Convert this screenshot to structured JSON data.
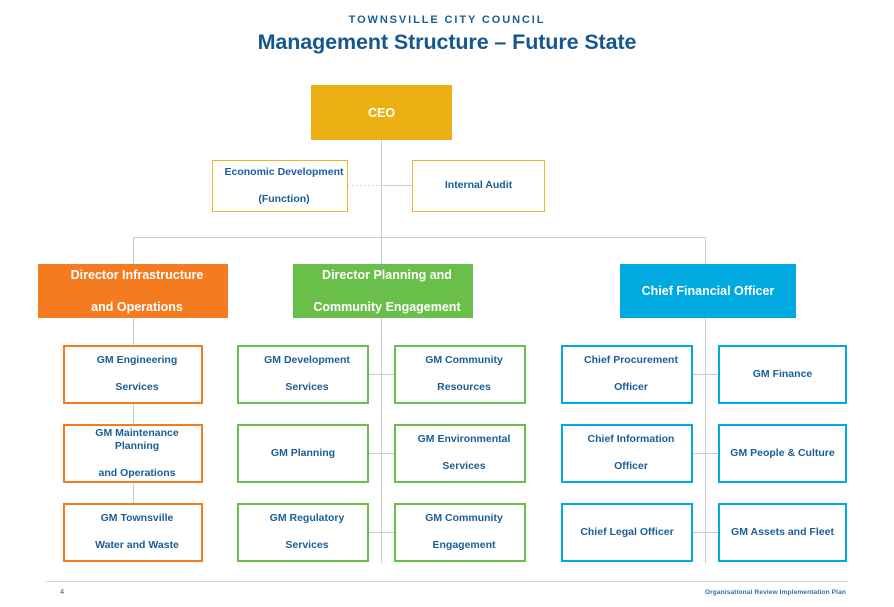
{
  "header": {
    "eyebrow": "TOWNSVILLE CITY COUNCIL",
    "title": "Management Structure – Future State"
  },
  "colors": {
    "ceo_amber": "#edb012",
    "outline_amber": "#efb42c",
    "orange": "#f47b20",
    "green": "#6abf4b",
    "blue": "#00a9e0",
    "text_navy": "#1b5e96",
    "title_navy": "#15578f",
    "connector_grey": "#c9cdd1",
    "page_background": "#ffffff"
  },
  "chart_data": {
    "type": "diagram",
    "diagram_kind": "organisational-chart",
    "title": "Management Structure – Future State",
    "org": "TOWNSVILLE CITY COUNCIL"
  },
  "org": {
    "ceo": {
      "label": "CEO",
      "style": "filled-amber"
    },
    "advisors": [
      {
        "label": "Economic Development\n(Function)",
        "line1": "Economic Development",
        "line2": "(Function)",
        "style": "outline-amber",
        "connector": "dotted"
      },
      {
        "label": "Internal Audit",
        "line1": "Internal Audit",
        "line2": "",
        "style": "outline-amber",
        "connector": "solid"
      }
    ],
    "divisions": [
      {
        "id": "infrastructure-and-operations",
        "director": {
          "line1": "Director Infrastructure",
          "line2": "and Operations",
          "style": "filled-orange"
        },
        "columns": [
          {
            "boxes": [
              {
                "line1": "GM Engineering",
                "line2": "Services"
              },
              {
                "line1": "GM Maintenance Planning",
                "line2": "and Operations"
              },
              {
                "line1": "GM Townsville",
                "line2": "Water and Waste"
              }
            ]
          }
        ]
      },
      {
        "id": "planning-and-community-engagement",
        "director": {
          "line1": "Director Planning and",
          "line2": "Community Engagement",
          "style": "filled-green"
        },
        "columns": [
          {
            "boxes": [
              {
                "line1": "GM Development",
                "line2": "Services"
              },
              {
                "line1": "GM Planning",
                "line2": ""
              },
              {
                "line1": "GM Regulatory",
                "line2": "Services"
              }
            ]
          },
          {
            "boxes": [
              {
                "line1": "GM Community",
                "line2": "Resources"
              },
              {
                "line1": "GM Environmental",
                "line2": "Services"
              },
              {
                "line1": "GM Community",
                "line2": "Engagement"
              }
            ]
          }
        ]
      },
      {
        "id": "chief-financial-officer",
        "director": {
          "line1": "Chief Financial Officer",
          "line2": "",
          "style": "filled-blue"
        },
        "columns": [
          {
            "boxes": [
              {
                "line1": "Chief Procurement",
                "line2": "Officer"
              },
              {
                "line1": "Chief Information",
                "line2": "Officer"
              },
              {
                "line1": "Chief Legal Officer",
                "line2": ""
              }
            ]
          },
          {
            "boxes": [
              {
                "line1": "GM Finance",
                "line2": ""
              },
              {
                "line1": "GM People & Culture",
                "line2": ""
              },
              {
                "line1": "GM Assets and Fleet",
                "line2": ""
              }
            ]
          }
        ]
      }
    ]
  },
  "footer": {
    "page_number": "4",
    "document_title": "Organisational Review Implementation Plan"
  }
}
